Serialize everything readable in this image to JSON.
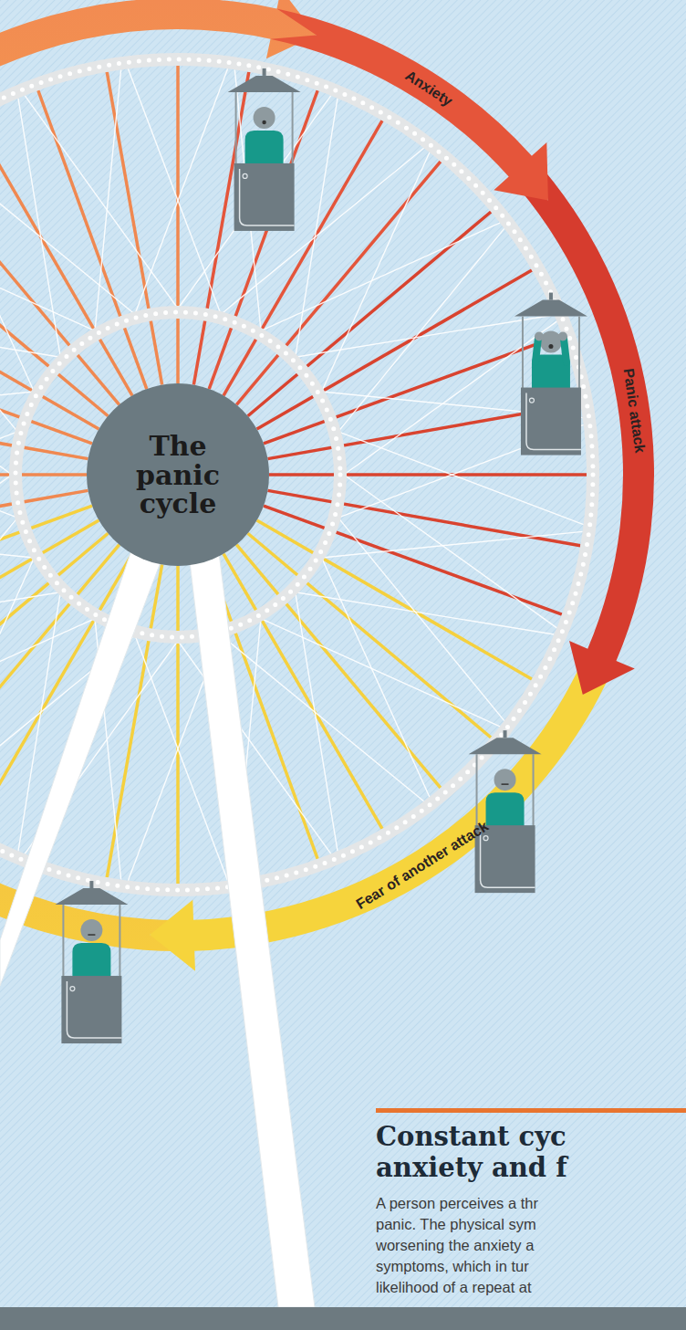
{
  "diagram": {
    "title": "The panic cycle",
    "labels": [
      "Anxiety",
      "Panic attack",
      "Fear of another attack",
      "Constant cyc",
      "anxiety and f",
      "A person perceives a thr",
      "panic. The physical sym",
      "worsening the anxiety a",
      "symptoms, which in tur",
      "likelihood of a repeat at"
    ]
  }
}
